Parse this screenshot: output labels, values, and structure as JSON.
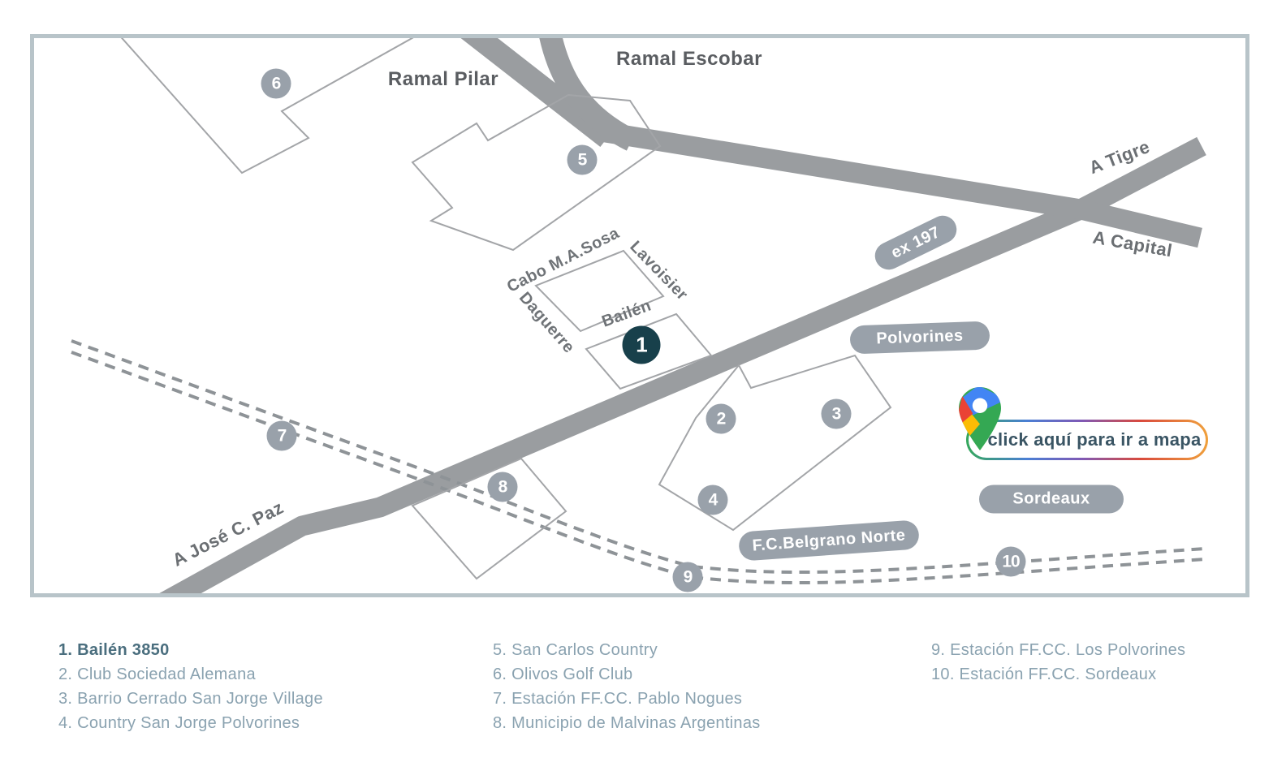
{
  "map": {
    "road_labels": {
      "ramal_pilar": "Ramal Pilar",
      "ramal_escobar": "Ramal Escobar",
      "a_tigre": "A Tigre",
      "a_capital": "A Capital",
      "a_jose_c_paz": "A José C. Paz"
    },
    "street_labels": {
      "cabo_sosa": "Cabo M.A.Sosa",
      "lavoisier": "Lavoisier",
      "daguerre": "Daguerre",
      "bailen": "Bailén"
    },
    "badges": {
      "ex197": "ex 197",
      "polvorines": "Polvorines",
      "sordeaux": "Sordeaux",
      "belgrano": "F.C.Belgrano Norte"
    },
    "markers": [
      {
        "n": "1",
        "variant": "primary"
      },
      {
        "n": "2",
        "variant": "gray"
      },
      {
        "n": "3",
        "variant": "gray"
      },
      {
        "n": "4",
        "variant": "gray"
      },
      {
        "n": "5",
        "variant": "gray"
      },
      {
        "n": "6",
        "variant": "gray"
      },
      {
        "n": "7",
        "variant": "gray"
      },
      {
        "n": "8",
        "variant": "gray"
      },
      {
        "n": "9",
        "variant": "gray"
      },
      {
        "n": "10",
        "variant": "gray"
      }
    ],
    "cta": {
      "label": "click aquí para ir a mapa",
      "icon": "google-maps-pin-icon"
    }
  },
  "legend": {
    "columns": [
      {
        "items": [
          "1. Bailén 3850",
          "2. Club Sociedad Alemana",
          "3. Barrio Cerrado San Jorge Village",
          "4. Country San Jorge Polvorines"
        ]
      },
      {
        "items": [
          "5. San Carlos Country",
          "6. Olivos Golf Club",
          "7. Estación FF.CC. Pablo Nogues",
          "8. Municipio de Malvinas Argentinas"
        ]
      },
      {
        "items": [
          "9. Estación FF.CC. Los Polvorines",
          "10. Estación FF.CC. Sordeaux"
        ]
      }
    ]
  },
  "colors": {
    "frame_border": "#b8c4c9",
    "road": "#9a9da0",
    "railway_dash": "#8e9397",
    "block_outline": "#a3a5a8",
    "marker_gray": "#99a1aa",
    "marker_primary": "#18404b",
    "badge": "#99a1aa",
    "label_text": "#63666a",
    "legend_text": "#8aa2b0",
    "legend_primary": "#4a6e7e",
    "cta_text": "#3a5564",
    "cta_border_gradient": [
      "#35a85b",
      "#4a7fd4",
      "#8059b5",
      "#d94a3d",
      "#f0a13c"
    ],
    "pin": {
      "blue": "#4285f4",
      "red": "#ea4335",
      "yellow": "#fbbc05",
      "green": "#34a853"
    }
  }
}
